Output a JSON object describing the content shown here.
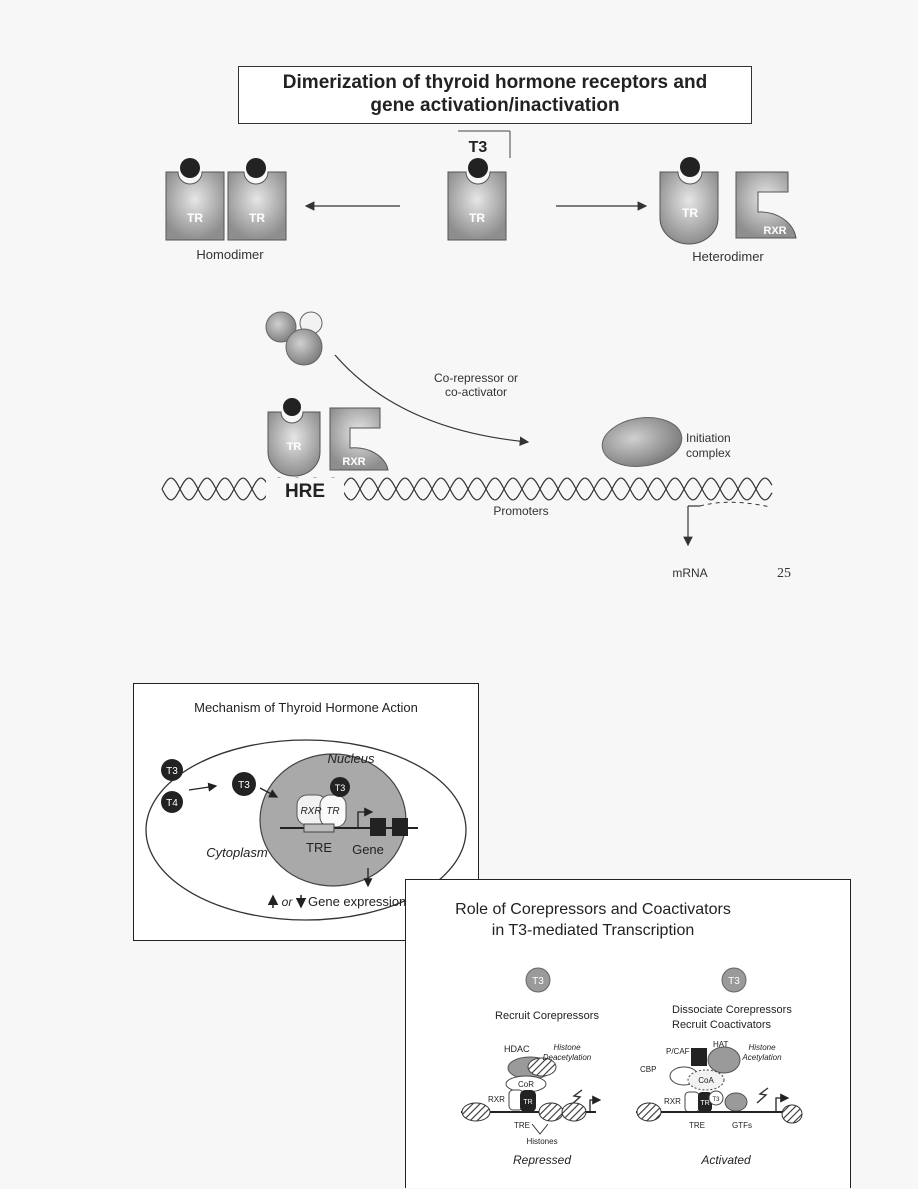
{
  "slide1": {
    "title_line1": "Dimerization of thyroid hormone receptors and",
    "title_line2": "gene activation/inactivation",
    "t3": "T3",
    "tr": "TR",
    "rxr": "RXR",
    "homodimer": "Homodimer",
    "heterodimer": "Heterodimer",
    "corepressor_line1": "Co-repressor or",
    "corepressor_line2": "co-activator",
    "initiation_line1": "Initiation",
    "initiation_line2": "complex",
    "hre": "HRE",
    "promoters": "Promoters",
    "mrna": "mRNA",
    "page_number": "25"
  },
  "slide2": {
    "title": "Mechanism of Thyroid Hormone Action",
    "t3": "T3",
    "t4": "T4",
    "nucleus": "Nucleus",
    "cytoplasm": "Cytoplasm",
    "rxr": "RXR",
    "tr": "TR",
    "tre": "TRE",
    "gene": "Gene",
    "or": "or",
    "gene_expression": "Gene expression"
  },
  "slide3": {
    "title_line1": "Role of Corepressors and Coactivators",
    "title_line2": "in T3-mediated Transcription",
    "t3": "T3",
    "recruit_corepressors": "Recruit Corepressors",
    "dissociate_corepressors": "Dissociate Corepressors",
    "recruit_coactivators": "Recruit Coactivators",
    "histone_deacetylation_1": "Histone",
    "histone_deacetylation_2": "Deacetylation",
    "histone_acetylation_1": "Histone",
    "histone_acetylation_2": "Acetylation",
    "hdac": "HDAC",
    "cor": "CoR",
    "rxr": "RXR",
    "tr": "TR",
    "tre": "TRE",
    "histones": "Histones",
    "pcaf": "P/CAF",
    "hat": "HAT",
    "cbp": "CBP",
    "coa": "CoA",
    "gtfs": "GTFs",
    "repressed": "Repressed",
    "activated": "Activated"
  },
  "colors": {
    "receptor_gray": "#9a9a9a",
    "ligand_dark": "#222222",
    "nucleus_gray": "#a9a9a9",
    "line": "#333333"
  }
}
